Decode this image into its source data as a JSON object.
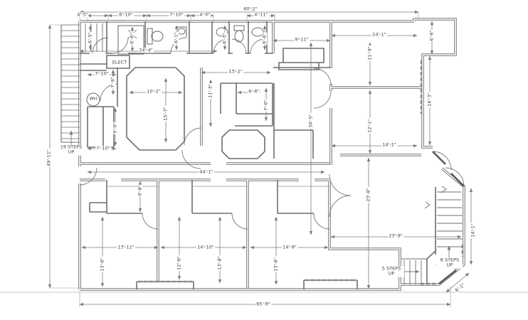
{
  "drawing": {
    "type": "architectural floor plan",
    "description": "Single-storey building floor plan with dimension annotations, bathrooms, stairs and bay windows"
  },
  "colors": {
    "wall": "#767676",
    "thin_wall": "#6e6e6e",
    "dimension": "#7d7d7d",
    "text": "#3e3e3e",
    "background": "#ffffff"
  },
  "labels": [
    {
      "name": "dim-top-1",
      "text": "4'-5\""
    },
    {
      "name": "dim-top-2",
      "text": "6'-10\""
    },
    {
      "name": "dim-top-3",
      "text": "7'-10\""
    },
    {
      "name": "dim-top-4",
      "text": "4'-0\""
    },
    {
      "name": "dim-overall-top",
      "text": "60'-2\""
    },
    {
      "name": "dim-top-5",
      "text": "4'-11\""
    },
    {
      "name": "dim-room-depth-1",
      "text": "6'-5\""
    },
    {
      "name": "dim-shower-room",
      "text": "6'-6\""
    },
    {
      "name": "dim-bath-1",
      "text": "6'-1\""
    },
    {
      "name": "dim-bath-2",
      "text": "6'-3\""
    },
    {
      "name": "dim-bath-3",
      "text": "6'-6\""
    },
    {
      "name": "dim-bumpout",
      "text": "6'-6\""
    },
    {
      "name": "dim-suite-width",
      "text": "24'-4\""
    },
    {
      "name": "label-elect-closet",
      "text": "ELECT"
    },
    {
      "name": "dim-wh-room-top",
      "text": "7'-10\""
    },
    {
      "name": "dim-wh-room-side",
      "text": "7'-9\""
    },
    {
      "name": "label-water-heater",
      "text": "WH"
    },
    {
      "name": "dim-big-room-width",
      "text": "10'-2\""
    },
    {
      "name": "dim-closet-strip",
      "text": "9'-0\""
    },
    {
      "name": "dim-wh-room-bottom",
      "text": "7'-10\""
    },
    {
      "name": "dim-big-room-depth",
      "text": "15'-7\""
    },
    {
      "name": "dim-center-room-side",
      "text": "11'-3\""
    },
    {
      "name": "dim-center-room-width",
      "text": "13'-2\""
    },
    {
      "name": "dim-inner-room-width",
      "text": "6'-6\""
    },
    {
      "name": "dim-inner-room-depth",
      "text": "7'-0\""
    },
    {
      "name": "dim-closet-room",
      "text": "9'-11\""
    },
    {
      "name": "dim-core-depth",
      "text": "34'-5\""
    },
    {
      "name": "dim-right-room-top",
      "text": "14'-1\""
    },
    {
      "name": "dim-right-room-upper",
      "text": "11'-9\""
    },
    {
      "name": "dim-right-room-lower",
      "text": "12'-1\""
    },
    {
      "name": "dim-right-room-bottom",
      "text": "14'-1\""
    },
    {
      "name": "dim-right-wall",
      "text": "16'-3\""
    },
    {
      "name": "dim-corridor",
      "text": "44'-1\""
    },
    {
      "name": "dim-closet-depth",
      "text": "9'-8\""
    },
    {
      "name": "dim-overall-left",
      "text": "49'-11\""
    },
    {
      "name": "label-stairs-19",
      "text": "19 STEPS UP"
    },
    {
      "name": "dim-open-area-depth",
      "text": "23'-8\""
    },
    {
      "name": "dim-open-area-width",
      "text": "23'-9\""
    },
    {
      "name": "dim-bottom-room-1",
      "text": "13'-11\""
    },
    {
      "name": "dim-bottom-room-2",
      "text": "14'-10\""
    },
    {
      "name": "dim-bottom-room-3",
      "text": "14'-9\""
    },
    {
      "name": "dim-bottom-room-1-depth",
      "text": "13'-8\""
    },
    {
      "name": "dim-bottom-room-2-depth-a",
      "text": "12'-0\""
    },
    {
      "name": "dim-bottom-room-2-depth-b",
      "text": "13'-8\""
    },
    {
      "name": "dim-bottom-room-3-depth",
      "text": "13'-8\""
    },
    {
      "name": "dim-bay-side",
      "text": "14'-1\""
    },
    {
      "name": "label-stairs-5",
      "text": "5 STEPS UP"
    },
    {
      "name": "label-stairs-8",
      "text": "8 STEPS UP"
    },
    {
      "name": "dim-bay-angle",
      "text": "6'-1\""
    },
    {
      "name": "dim-overall-bottom",
      "text": "65'-9\""
    }
  ]
}
